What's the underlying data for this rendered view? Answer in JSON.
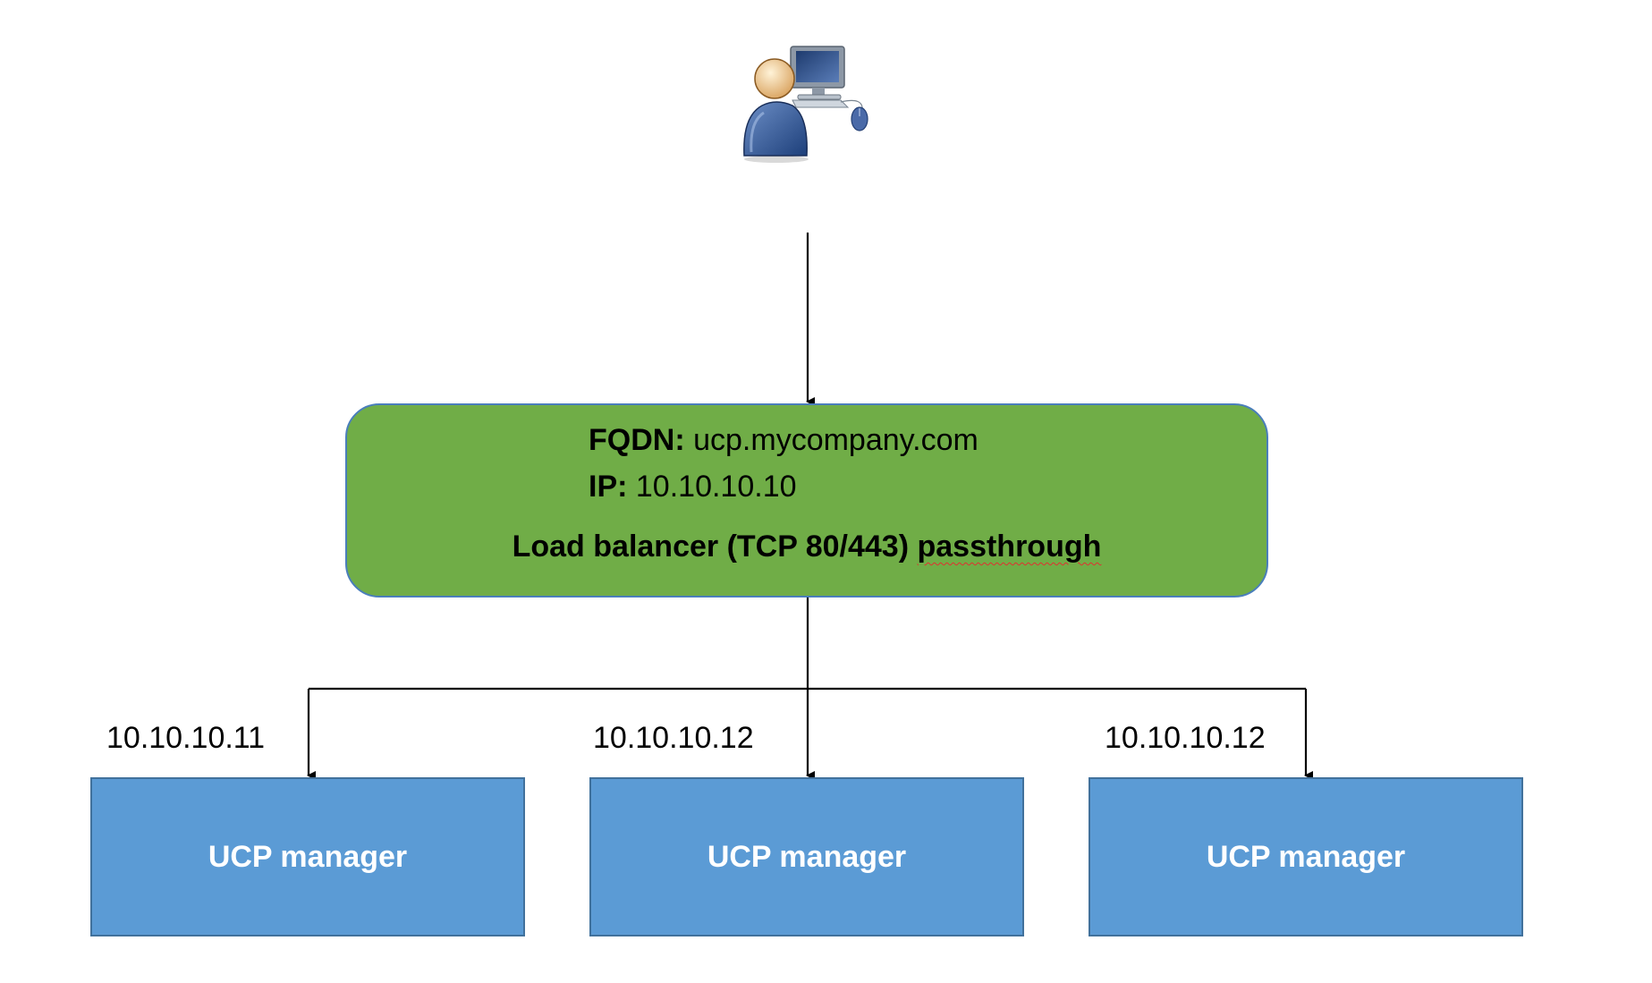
{
  "load_balancer": {
    "fqdn_label": "FQDN:",
    "fqdn_value": " ucp.mycompany.com",
    "ip_label": "IP:",
    "ip_value": " 10.10.10.10",
    "title_main": "Load balancer (TCP 80/443) ",
    "title_underlined": "passthrough"
  },
  "nodes": [
    {
      "ip": "10.10.10.11",
      "label": "UCP manager"
    },
    {
      "ip": "10.10.10.12",
      "label": "UCP manager"
    },
    {
      "ip": "10.10.10.12",
      "label": "UCP manager"
    }
  ],
  "user_icon": "user-at-computer-icon",
  "colors": {
    "load_balancer_fill": "#70ad47",
    "load_balancer_border": "#4a7ebb",
    "node_fill": "#5b9bd5",
    "node_border": "#41719c",
    "node_text": "#ffffff",
    "connector": "#000000"
  }
}
